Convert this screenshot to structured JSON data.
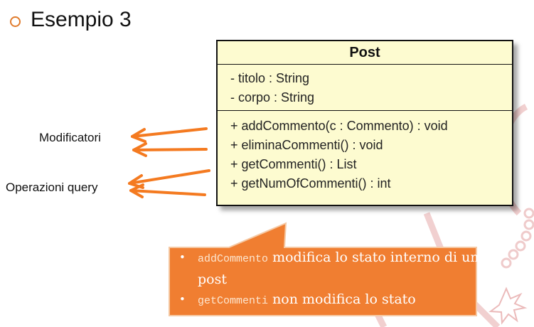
{
  "slide": {
    "title": "Esempio 3"
  },
  "uml_class": {
    "name": "Post",
    "attributes": [
      "- titolo : String",
      "- corpo : String"
    ],
    "operations": [
      "+ addCommento(c : Commento) : void",
      "+ eliminaCommenti() : void",
      "+ getCommenti() : List",
      "+ getNumOfCommenti() : int"
    ]
  },
  "labels": {
    "modificatori": "Modificatori",
    "query": "Operazioni query"
  },
  "callout": {
    "items": [
      {
        "bullet": "•",
        "code": "addCommento",
        "text": " modifica lo stato interno di un post"
      },
      {
        "bullet": "•",
        "code": "getCommenti",
        "text": " non modifica lo stato"
      }
    ]
  },
  "colors": {
    "accent": "#f47a20",
    "callout_fill": "#f07e31",
    "uml_fill": "#fdfbd0",
    "decoration": "#e4a6a6"
  }
}
